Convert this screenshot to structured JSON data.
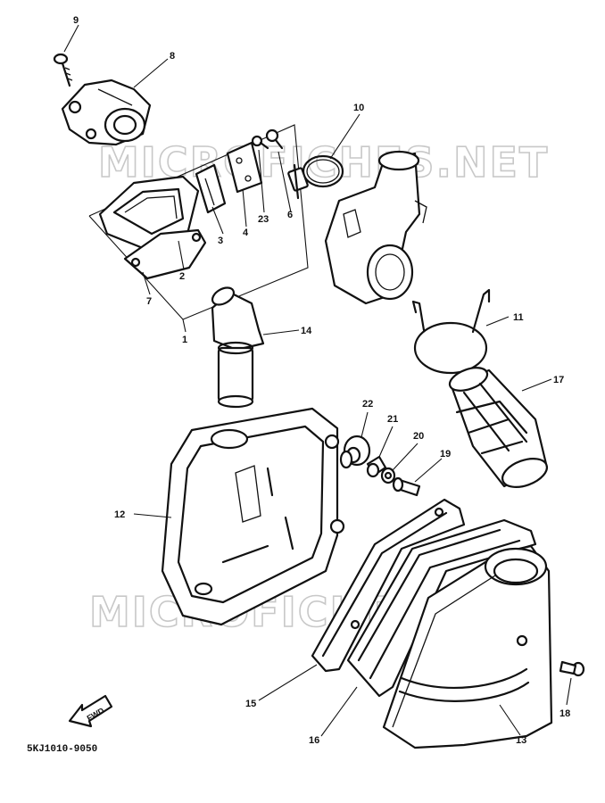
{
  "watermark": "MICROFICHES.NET",
  "drawing_code": "5KJ1010-9050",
  "fwd_label": "FWD",
  "callouts": {
    "c1": "1",
    "c2": "2",
    "c3": "3",
    "c4": "4",
    "c6": "6",
    "c7": "7",
    "c8": "8",
    "c9": "9",
    "c10": "10",
    "c11": "11",
    "c12": "12",
    "c13": "13",
    "c14": "14",
    "c15": "15",
    "c16": "16",
    "c17": "17",
    "c18": "18",
    "c19": "19",
    "c20": "20",
    "c21": "21",
    "c22": "22",
    "c23": "23"
  }
}
